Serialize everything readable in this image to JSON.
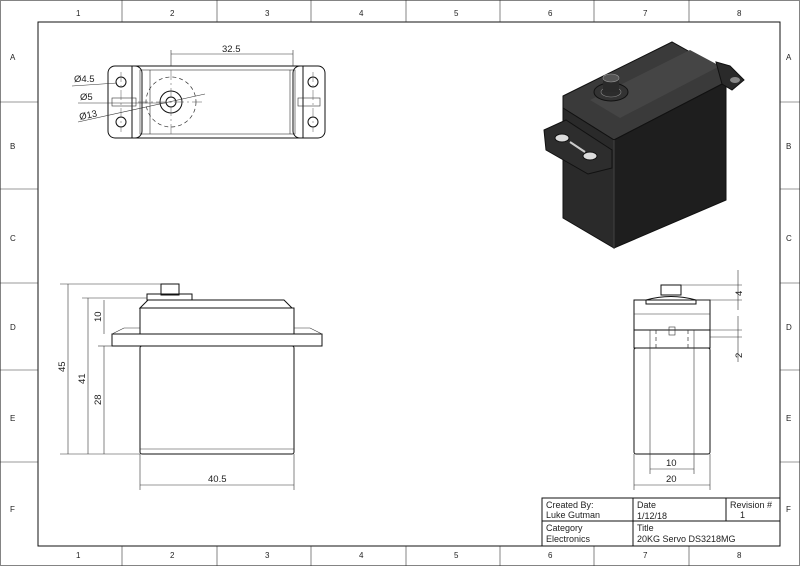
{
  "zones": {
    "columns": [
      "1",
      "2",
      "3",
      "4",
      "5",
      "6",
      "7",
      "8"
    ],
    "rows": [
      "A",
      "B",
      "C",
      "D",
      "E",
      "F"
    ]
  },
  "top_view": {
    "dim_width": "32.5",
    "dim_hole": "Ø4.5",
    "dim_shaft": "Ø5",
    "dim_horn": "Ø13"
  },
  "front_view": {
    "dim_overall_height": "45",
    "dim_body_height": "41",
    "dim_lower_height": "28",
    "dim_cap_height": "10",
    "dim_width": "40.5"
  },
  "side_view": {
    "dim_shaft_height": "4",
    "dim_flange_offset": "2",
    "dim_inner_width": "10",
    "dim_width": "20"
  },
  "colors": {
    "model_body": "#1e1e1e",
    "line": "#111111"
  },
  "title_block": {
    "created_by_label": "Created By:",
    "created_by": "Luke Gutman",
    "date_label": "Date",
    "date": "1/12/18",
    "revision_label": "Revision #",
    "revision": "1",
    "category_label": "Category",
    "category": "Electronics",
    "title_label": "Title",
    "title": "20KG Servo DS3218MG"
  }
}
